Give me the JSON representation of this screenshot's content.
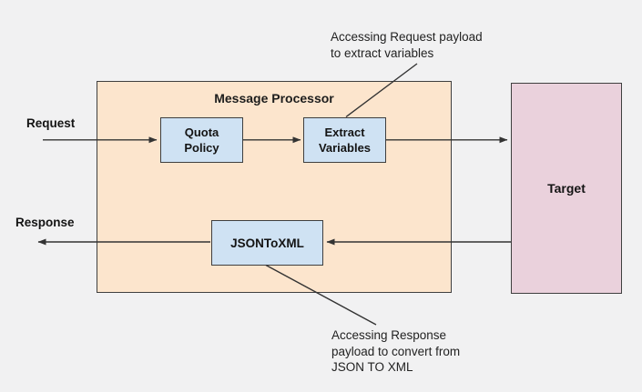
{
  "colors": {
    "background": "#f1f1f2",
    "processor_fill": "#fce5cd",
    "policy_box_fill": "#cfe2f3",
    "target_fill": "#ead1dc",
    "border": "#3f3f3f",
    "connector_line": "#333333"
  },
  "diagram": {
    "processor_title": "Message Processor",
    "request_label": "Request",
    "response_label": "Response",
    "nodes": {
      "quota_policy": "Quota\nPolicy",
      "extract_variables": "Extract\nVariables",
      "json_to_xml": "JSONToXML",
      "target": "Target"
    },
    "annotations": {
      "request_payload": "Accessing Request payload\nto extract variables",
      "response_payload": "Accessing Response\npayload to convert from\nJSON TO XML"
    }
  }
}
